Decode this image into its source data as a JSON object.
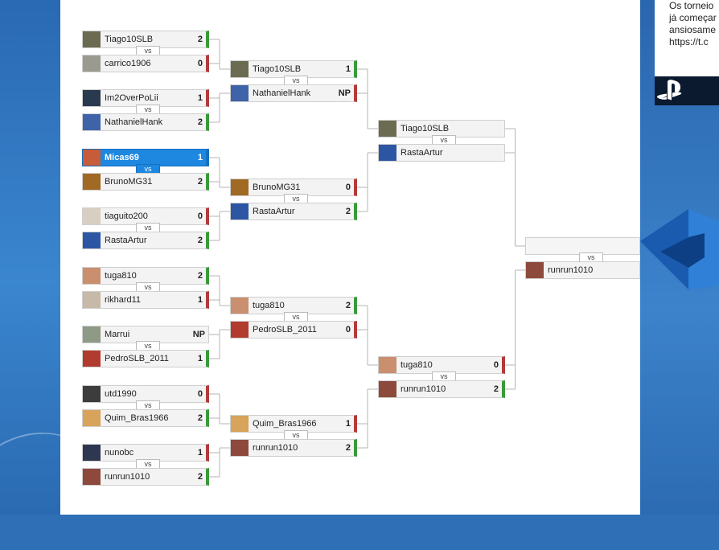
{
  "tweet": {
    "lines": [
      "Os torneio",
      "já começar",
      "ansiosame",
      "https://t.c"
    ]
  },
  "vs_label": "vs",
  "rounds": [
    [
      {
        "p1": {
          "name": "Tiago10SLB",
          "score": "2",
          "status": "win",
          "avatar": "#6b6b52"
        },
        "p2": {
          "name": "carrico1906",
          "score": "0",
          "status": "lose",
          "avatar": "#9b9a90"
        }
      },
      {
        "p1": {
          "name": "Im2OverPoLii",
          "score": "1",
          "status": "lose",
          "avatar": "#2a3a4e"
        },
        "p2": {
          "name": "NathanielHank",
          "score": "2",
          "status": "win",
          "avatar": "#3f63a8"
        }
      },
      {
        "p1": {
          "name": "Micas69",
          "score": "1",
          "status": "lose",
          "avatar": "#c65c3a",
          "highlight": true
        },
        "p2": {
          "name": "BrunoMG31",
          "score": "2",
          "status": "win",
          "avatar": "#a06a25"
        }
      },
      {
        "p1": {
          "name": "tiaguito200",
          "score": "0",
          "status": "lose",
          "avatar": "#d7d0c2"
        },
        "p2": {
          "name": "RastaArtur",
          "score": "2",
          "status": "win",
          "avatar": "#2c56a4"
        }
      },
      {
        "p1": {
          "name": "tuga810",
          "score": "2",
          "status": "win",
          "avatar": "#c98f6e"
        },
        "p2": {
          "name": "rikhard11",
          "score": "1",
          "status": "lose",
          "avatar": "#c7b9a7"
        }
      },
      {
        "p1": {
          "name": "Marrui",
          "score": "NP",
          "status": "none",
          "avatar": "#8e9a86"
        },
        "p2": {
          "name": "PedroSLB_2011",
          "score": "1",
          "status": "win",
          "avatar": "#b23b2f"
        }
      },
      {
        "p1": {
          "name": "utd1990",
          "score": "0",
          "status": "lose",
          "avatar": "#3c3c3c"
        },
        "p2": {
          "name": "Quim_Bras1966",
          "score": "2",
          "status": "win",
          "avatar": "#d8a35a"
        }
      },
      {
        "p1": {
          "name": "nunobc",
          "score": "1",
          "status": "lose",
          "avatar": "#2d3850"
        },
        "p2": {
          "name": "runrun1010",
          "score": "2",
          "status": "win",
          "avatar": "#8d4a3c"
        }
      }
    ],
    [
      {
        "p1": {
          "name": "Tiago10SLB",
          "score": "1",
          "status": "win",
          "avatar": "#6b6b52"
        },
        "p2": {
          "name": "NathanielHank",
          "score": "NP",
          "status": "lose",
          "avatar": "#3f63a8"
        }
      },
      {
        "p1": {
          "name": "BrunoMG31",
          "score": "0",
          "status": "lose",
          "avatar": "#a06a25"
        },
        "p2": {
          "name": "RastaArtur",
          "score": "2",
          "status": "win",
          "avatar": "#2c56a4"
        }
      },
      {
        "p1": {
          "name": "tuga810",
          "score": "2",
          "status": "win",
          "avatar": "#c98f6e"
        },
        "p2": {
          "name": "PedroSLB_2011",
          "score": "0",
          "status": "lose",
          "avatar": "#b23b2f"
        }
      },
      {
        "p1": {
          "name": "Quim_Bras1966",
          "score": "1",
          "status": "lose",
          "avatar": "#d8a35a"
        },
        "p2": {
          "name": "runrun1010",
          "score": "2",
          "status": "win",
          "avatar": "#8d4a3c"
        }
      }
    ],
    [
      {
        "p1": {
          "name": "Tiago10SLB",
          "score": "",
          "status": "none",
          "avatar": "#6b6b52"
        },
        "p2": {
          "name": "RastaArtur",
          "score": "",
          "status": "none",
          "avatar": "#2c56a4"
        }
      },
      {
        "p1": {
          "name": "tuga810",
          "score": "0",
          "status": "lose",
          "avatar": "#c98f6e"
        },
        "p2": {
          "name": "runrun1010",
          "score": "2",
          "status": "win",
          "avatar": "#8d4a3c"
        }
      }
    ],
    [
      {
        "p1": {
          "name": "",
          "score": "",
          "status": "none",
          "avatar": ""
        },
        "p2": {
          "name": "runrun1010",
          "score": "",
          "status": "none",
          "avatar": "#8d4a3c"
        }
      }
    ]
  ]
}
